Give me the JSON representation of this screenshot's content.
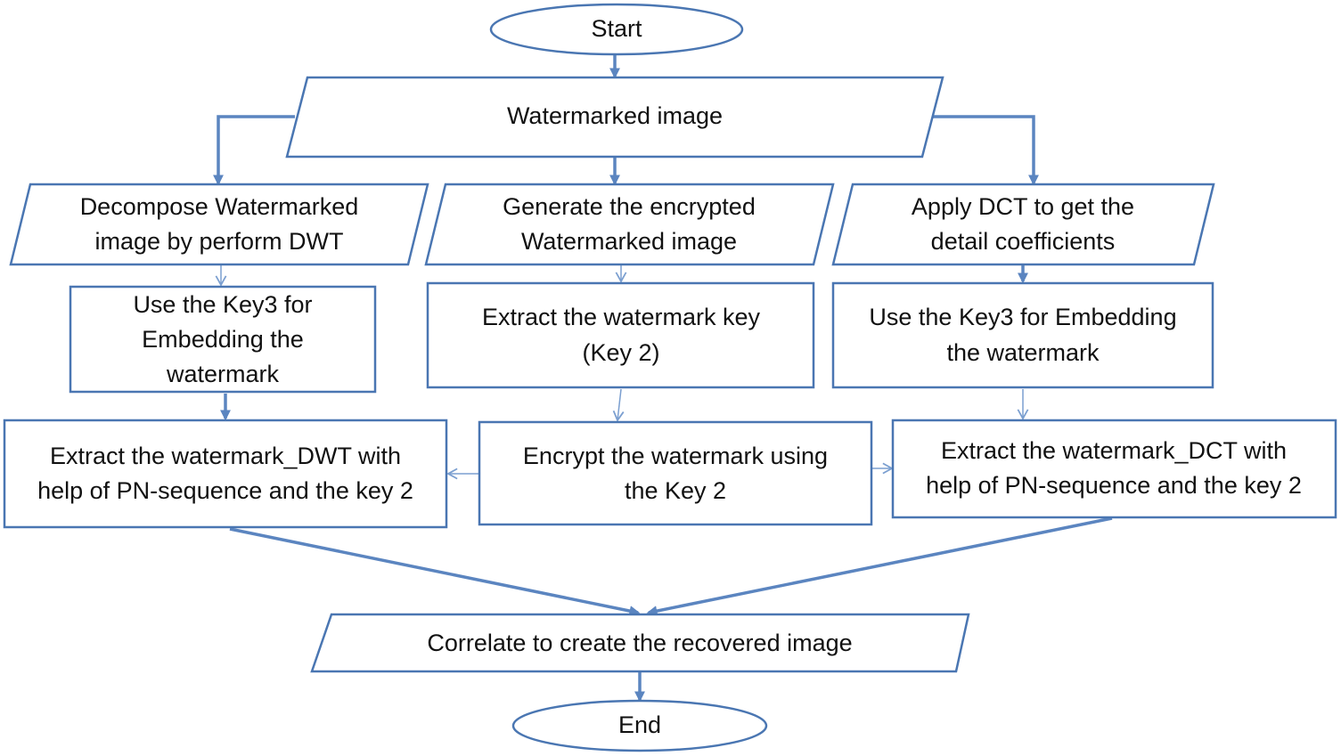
{
  "nodes": {
    "start": {
      "lines": [
        "Start"
      ]
    },
    "watermarked_image": {
      "lines": [
        "Watermarked image"
      ]
    },
    "decompose": {
      "lines": [
        "Decompose Watermarked",
        "image by perform DWT"
      ]
    },
    "generate_encrypted": {
      "lines": [
        "Generate the encrypted",
        "Watermarked image"
      ]
    },
    "apply_dct": {
      "lines": [
        "Apply DCT to get the",
        "detail  coefficients"
      ]
    },
    "use_key3_left": {
      "lines": [
        "Use the Key3 for",
        "Embedding the",
        "watermark"
      ]
    },
    "extract_key": {
      "lines": [
        "Extract the watermark key",
        "(Key 2)"
      ]
    },
    "use_key3_right": {
      "lines": [
        "Use the Key3 for Embedding",
        "the watermark"
      ]
    },
    "extract_dwt": {
      "lines": [
        "Extract the watermark_DWT with",
        "help of PN-sequence  and the key 2"
      ]
    },
    "encrypt": {
      "lines": [
        "Encrypt the watermark using",
        "the Key 2"
      ]
    },
    "extract_dct": {
      "lines": [
        "Extract the watermark_DCT with",
        "help of PN-sequence  and the key 2"
      ]
    },
    "correlate": {
      "lines": [
        "Correlate to create the recovered image"
      ]
    },
    "end": {
      "lines": [
        "End"
      ]
    }
  },
  "colors": {
    "stroke": "#4a76b2",
    "arrow": "#5b85c0",
    "text": "#111111",
    "fill": "#ffffff"
  }
}
